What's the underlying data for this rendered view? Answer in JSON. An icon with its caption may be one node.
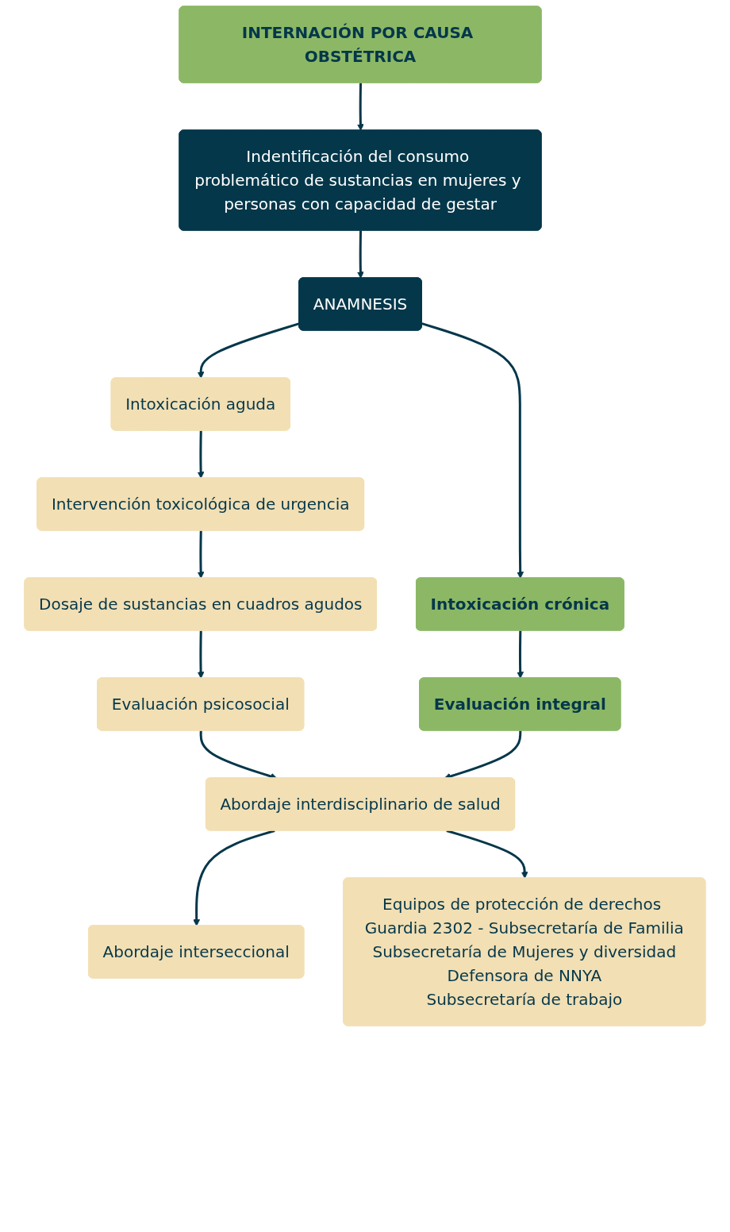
{
  "diagram": {
    "nodes": [
      {
        "text": [
          "INTERNACIÓN POR CAUSA OBSTÉTRICA"
        ]
      },
      {
        "text": [
          "Indentificación del consumo problemático de sustancias en mujeres y personas con capacidad de gestar"
        ]
      },
      {
        "text": [
          "ANAMNESIS"
        ]
      },
      {
        "text": [
          "Intoxicación aguda"
        ]
      },
      {
        "text": [
          "Intervención toxicológica de urgencia"
        ]
      },
      {
        "text": [
          "Intoxicación crónica"
        ]
      },
      {
        "text": [
          "Dosaje de sustancias en cuadros agudos"
        ]
      },
      {
        "text": [
          "Evaluación integral"
        ]
      },
      {
        "text": [
          "Evaluación psicosocial"
        ]
      },
      {
        "text": [
          "Abordaje interdisciplinario de salud"
        ]
      },
      {
        "text": [
          "Abordaje interseccional"
        ]
      },
      {
        "text": [
          "Equipos de protección de derechos Guardia 2302 - Subsecretaría de Familia",
          "Subsecretaría de Mujeres y diversidad",
          "Defensora de NNYA",
          "Subsecretaría de trabajo"
        ]
      }
    ],
    "edges": [
      {
        "from": 0,
        "to": 1,
        "arrow": "to"
      },
      {
        "from": 1,
        "to": 2,
        "arrow": "to"
      },
      {
        "from": 2,
        "to": 3,
        "arrow": "to"
      },
      {
        "from": 2,
        "to": 5,
        "arrow": "to"
      },
      {
        "from": 3,
        "to": 4,
        "arrow": "to"
      },
      {
        "from": 4,
        "to": 6,
        "arrow": "to"
      },
      {
        "from": 6,
        "to": 8,
        "arrow": "to"
      },
      {
        "from": 5,
        "to": 7,
        "arrow": "to"
      },
      {
        "from": 8,
        "to": 9,
        "arrow": "to"
      },
      {
        "from": 7,
        "to": 9,
        "arrow": "to"
      },
      {
        "from": 9,
        "to": 10,
        "arrow": "to"
      },
      {
        "from": 9,
        "to": 11,
        "arrow": "to"
      }
    ]
  }
}
